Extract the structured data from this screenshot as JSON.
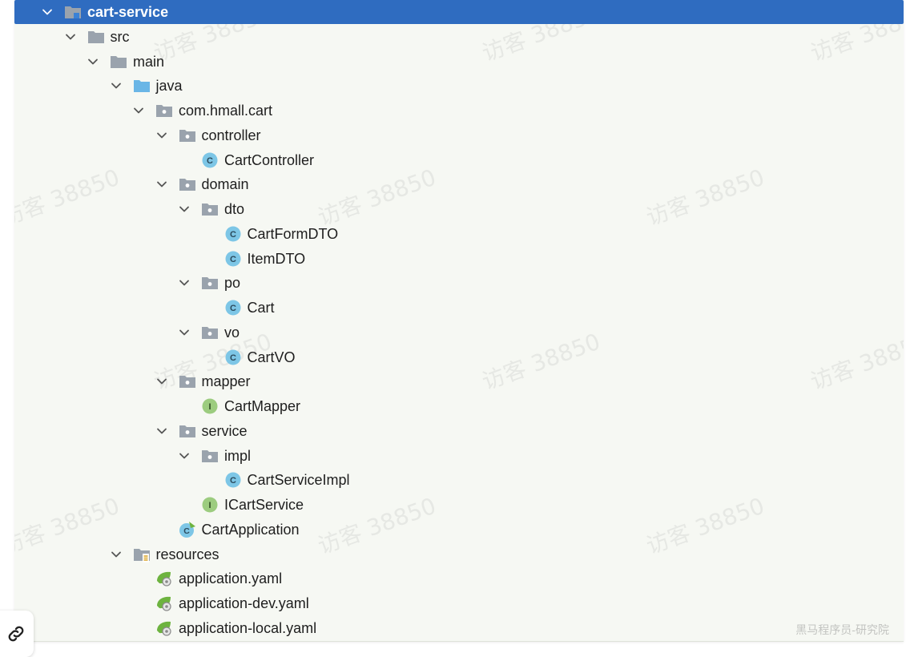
{
  "watermarks": {
    "visitor": "访客 38850",
    "footer": "黑马程序员-研究院"
  },
  "tree": [
    {
      "label": "cart-service",
      "depth": 0,
      "expanded": true,
      "icon": "module-folder-icon",
      "selected": true
    },
    {
      "label": "src",
      "depth": 1,
      "expanded": true,
      "icon": "folder-icon"
    },
    {
      "label": "main",
      "depth": 2,
      "expanded": true,
      "icon": "folder-icon"
    },
    {
      "label": "java",
      "depth": 3,
      "expanded": true,
      "icon": "source-root-folder-icon"
    },
    {
      "label": "com.hmall.cart",
      "depth": 4,
      "expanded": true,
      "icon": "package-icon"
    },
    {
      "label": "controller",
      "depth": 5,
      "expanded": true,
      "icon": "package-icon"
    },
    {
      "label": "CartController",
      "depth": 6,
      "icon": "class-icon"
    },
    {
      "label": "domain",
      "depth": 5,
      "expanded": true,
      "icon": "package-icon"
    },
    {
      "label": "dto",
      "depth": 6,
      "expanded": true,
      "icon": "package-icon"
    },
    {
      "label": "CartFormDTO",
      "depth": 7,
      "icon": "class-icon"
    },
    {
      "label": "ItemDTO",
      "depth": 7,
      "icon": "class-icon"
    },
    {
      "label": "po",
      "depth": 6,
      "expanded": true,
      "icon": "package-icon"
    },
    {
      "label": "Cart",
      "depth": 7,
      "icon": "class-icon"
    },
    {
      "label": "vo",
      "depth": 6,
      "expanded": true,
      "icon": "package-icon"
    },
    {
      "label": "CartVO",
      "depth": 7,
      "icon": "class-icon"
    },
    {
      "label": "mapper",
      "depth": 5,
      "expanded": true,
      "icon": "package-icon"
    },
    {
      "label": "CartMapper",
      "depth": 6,
      "icon": "interface-icon"
    },
    {
      "label": "service",
      "depth": 5,
      "expanded": true,
      "icon": "package-icon"
    },
    {
      "label": "impl",
      "depth": 6,
      "expanded": true,
      "icon": "package-icon"
    },
    {
      "label": "CartServiceImpl",
      "depth": 7,
      "icon": "class-icon"
    },
    {
      "label": "ICartService",
      "depth": 6,
      "icon": "interface-icon"
    },
    {
      "label": "CartApplication",
      "depth": 5,
      "icon": "spring-boot-class-icon"
    },
    {
      "label": "resources",
      "depth": 3,
      "expanded": true,
      "icon": "resources-folder-icon"
    },
    {
      "label": "application.yaml",
      "depth": 4,
      "icon": "spring-config-icon"
    },
    {
      "label": "application-dev.yaml",
      "depth": 4,
      "icon": "spring-config-icon"
    },
    {
      "label": "application-local.yaml",
      "depth": 4,
      "icon": "spring-config-icon"
    }
  ],
  "colors": {
    "selected": "#2f6cc0",
    "folder": "#9aa3ad",
    "source_root": "#6ab6e6",
    "class": "#7dc6e6",
    "interface": "#9ccc7f",
    "spring": "#6db33f"
  }
}
